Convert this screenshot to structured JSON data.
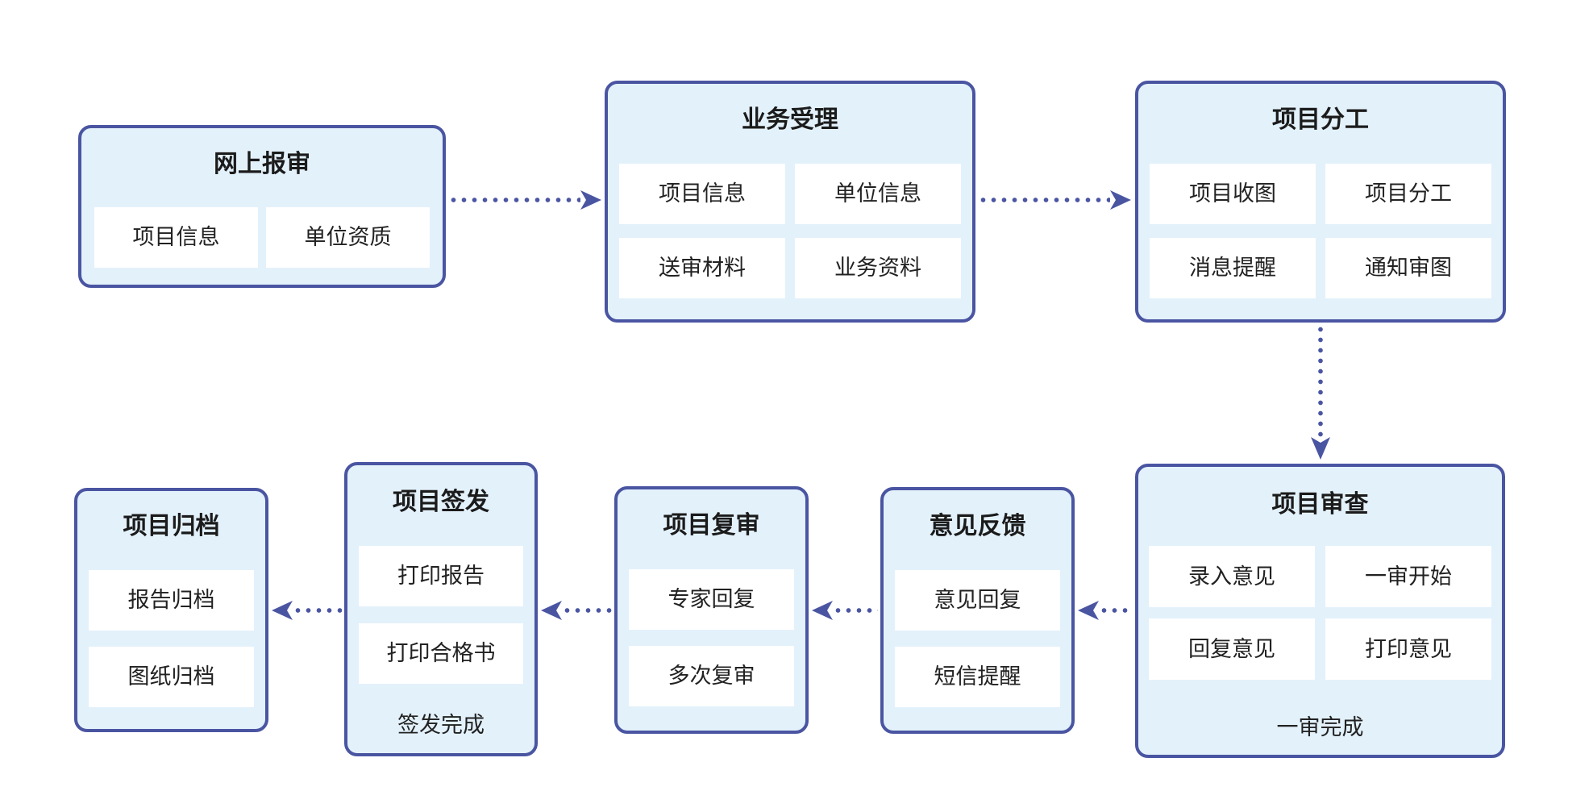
{
  "colors": {
    "border_color": "#4a55a2",
    "box_fill": "#e3f1fb",
    "item_fill": "#ffffff",
    "arrow_color": "#4a55a2",
    "text_color": "#1b1b1b",
    "bg": "#ffffff"
  },
  "nodes": {
    "online_submission": {
      "title": "网上报审",
      "items": [
        "项目信息",
        "单位资质"
      ]
    },
    "business_acceptance": {
      "title": "业务受理",
      "items": [
        "项目信息",
        "单位信息",
        "送审材料",
        "业务资料"
      ]
    },
    "project_division": {
      "title": "项目分工",
      "items": [
        "项目收图",
        "项目分工",
        "消息提醒",
        "通知审图"
      ]
    },
    "project_review": {
      "title": "项目审查",
      "items": [
        "录入意见",
        "一审开始",
        "回复意见",
        "打印意见"
      ],
      "footer": "一审完成"
    },
    "feedback": {
      "title": "意见反馈",
      "items": [
        "意见回复",
        "短信提醒"
      ]
    },
    "recheck": {
      "title": "项目复审",
      "items": [
        "专家回复",
        "多次复审"
      ]
    },
    "issuance": {
      "title": "项目签发",
      "items": [
        "打印报告",
        "打印合格书"
      ],
      "footer": "签发完成"
    },
    "archive": {
      "title": "项目归档",
      "items": [
        "报告归档",
        "图纸归档"
      ]
    }
  }
}
